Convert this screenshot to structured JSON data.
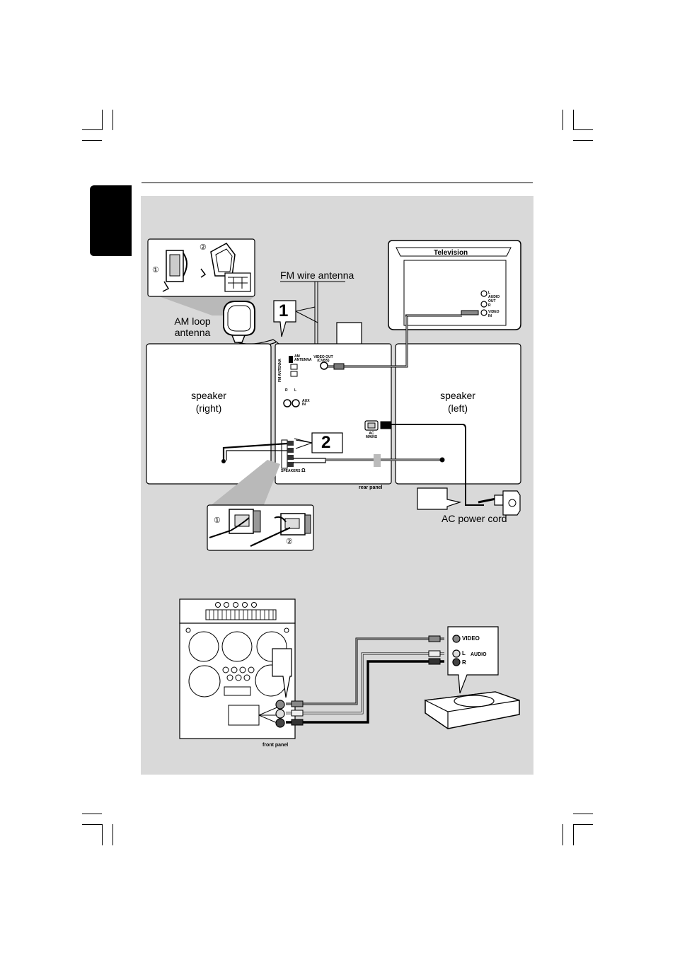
{
  "labels": {
    "fm_wire_antenna": "FM wire antenna",
    "am_loop_antenna": "AM loop\nantenna",
    "television": "Television",
    "speaker_right": "speaker\n(right)",
    "speaker_left": "speaker\n(left)",
    "rear_panel": "rear panel",
    "front_panel": "front panel",
    "ac_power_cord": "AC power cord",
    "step_1": "1",
    "step_2": "2",
    "circled_1": "①",
    "circled_2": "②",
    "tv_audio_out": "L\nAUDIO\nOUT\nR",
    "tv_video_in": "VIDEO\nIN",
    "unit_am_antenna": "AM\nANTENNA",
    "unit_fm_antenna": "FM ANTENNA",
    "unit_video_out": "VIDEO OUT\n(CVBS)",
    "unit_aux_in": "AUX\nIN",
    "unit_r": "R",
    "unit_l": "L",
    "unit_ac_mains": "AC\nMAINS",
    "unit_speakers": "SPEAKERS",
    "ohm": "Ω",
    "device_video": "VIDEO",
    "device_l": "L",
    "device_r": "R",
    "device_audio": "AUDIO"
  }
}
